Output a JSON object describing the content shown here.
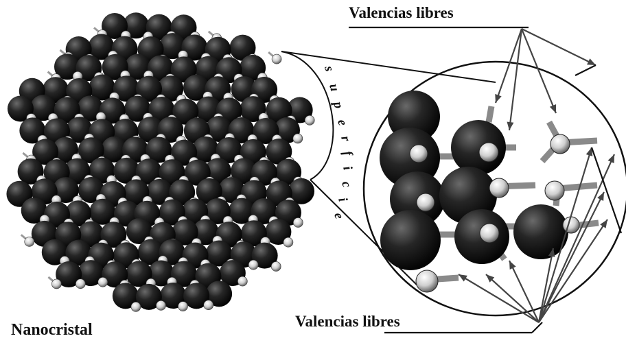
{
  "labels": {
    "free_valences_top": "Valencias libres",
    "free_valences_bottom": "Valencias libres",
    "nanocrystal": "Nanocristal",
    "surface": "superficie"
  },
  "colors": {
    "large_atom": "#1a1a1a",
    "small_atom": "#d8d8d8",
    "bond": "#8a8a8a",
    "line": "#111111",
    "background": "#ffffff"
  }
}
